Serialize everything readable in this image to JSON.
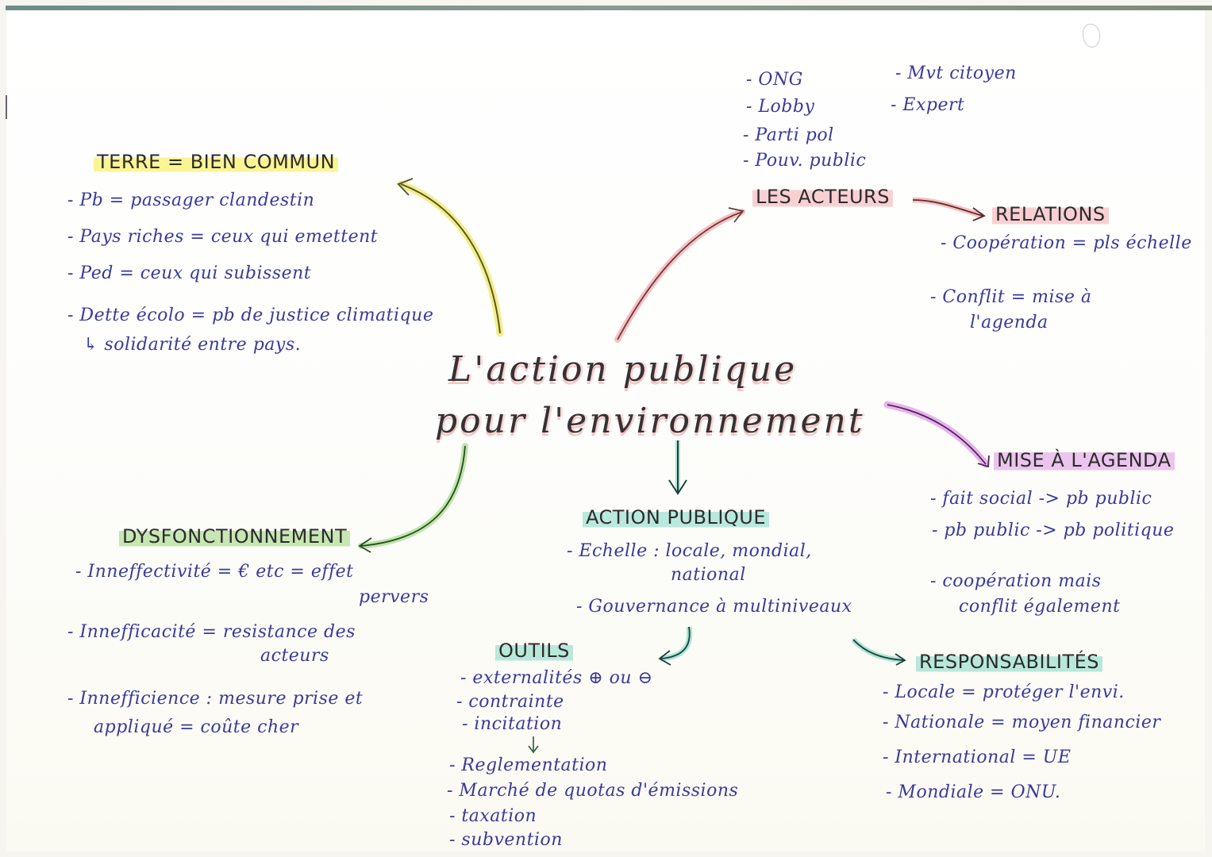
{
  "document": {
    "type": "handwritten mind map",
    "colors": {
      "ink": "#3a3a9a",
      "heading_ink": "#2c2c2c",
      "highlight_yellow": "#f7ee6e",
      "highlight_pink": "#f5aaaf",
      "highlight_violet": "#e1a0e6",
      "highlight_green": "#aadc8c",
      "highlight_teal": "#8cdcc8"
    }
  },
  "center": {
    "line1": "L'action publique",
    "line2": "pour l'environnement"
  },
  "terre": {
    "heading": "TERRE = BIEN COMMUN",
    "items": [
      "- Pb = passager clandestin",
      "- Pays riches = ceux qui emettent",
      "- Ped = ceux qui subissent",
      "- Dette écolo = pb de justice climatique",
      "↳ solidarité entre pays."
    ]
  },
  "acteurs": {
    "heading": "LES ACTEURS",
    "col1": [
      "- ONG",
      "- Lobby",
      "- Parti pol",
      "- Pouv. public"
    ],
    "col2": [
      "- Mvt citoyen",
      "- Expert"
    ]
  },
  "relations": {
    "heading": "RELATIONS",
    "items": [
      "- Coopération = pls échelle",
      "- Conflit = mise à",
      "l'agenda"
    ]
  },
  "agenda": {
    "heading": "MISE À L'AGENDA",
    "items": [
      "- fait social -> pb public",
      "- pb public -> pb politique",
      "- coopération mais",
      "conflit également"
    ]
  },
  "dysfonctionnement": {
    "heading": "DYSFONCTIONNEMENT",
    "items": [
      "- Inneffectivité = € etc = effet",
      "pervers",
      "- Innefficacité = resistance des",
      "acteurs",
      "- Innefficience : mesure prise et",
      "appliqué = coûte cher"
    ]
  },
  "action_publique": {
    "heading": "ACTION PUBLIQUE",
    "items": [
      "- Echelle : locale, mondial,",
      "national",
      "- Gouvernance à multiniveaux"
    ]
  },
  "outils": {
    "heading": "OUTILS",
    "items": [
      "- externalités ⊕ ou ⊖",
      "- contrainte",
      "- incitation",
      "↓",
      "- Reglementation",
      "- Marché de quotas d'émissions",
      "- taxation",
      "- subvention"
    ]
  },
  "responsabilites": {
    "heading": "RESPONSABILITÉS",
    "items": [
      "- Locale = protéger l'envi.",
      "- Nationale = moyen financier",
      "- International = UE",
      "- Mondiale = ONU."
    ]
  }
}
